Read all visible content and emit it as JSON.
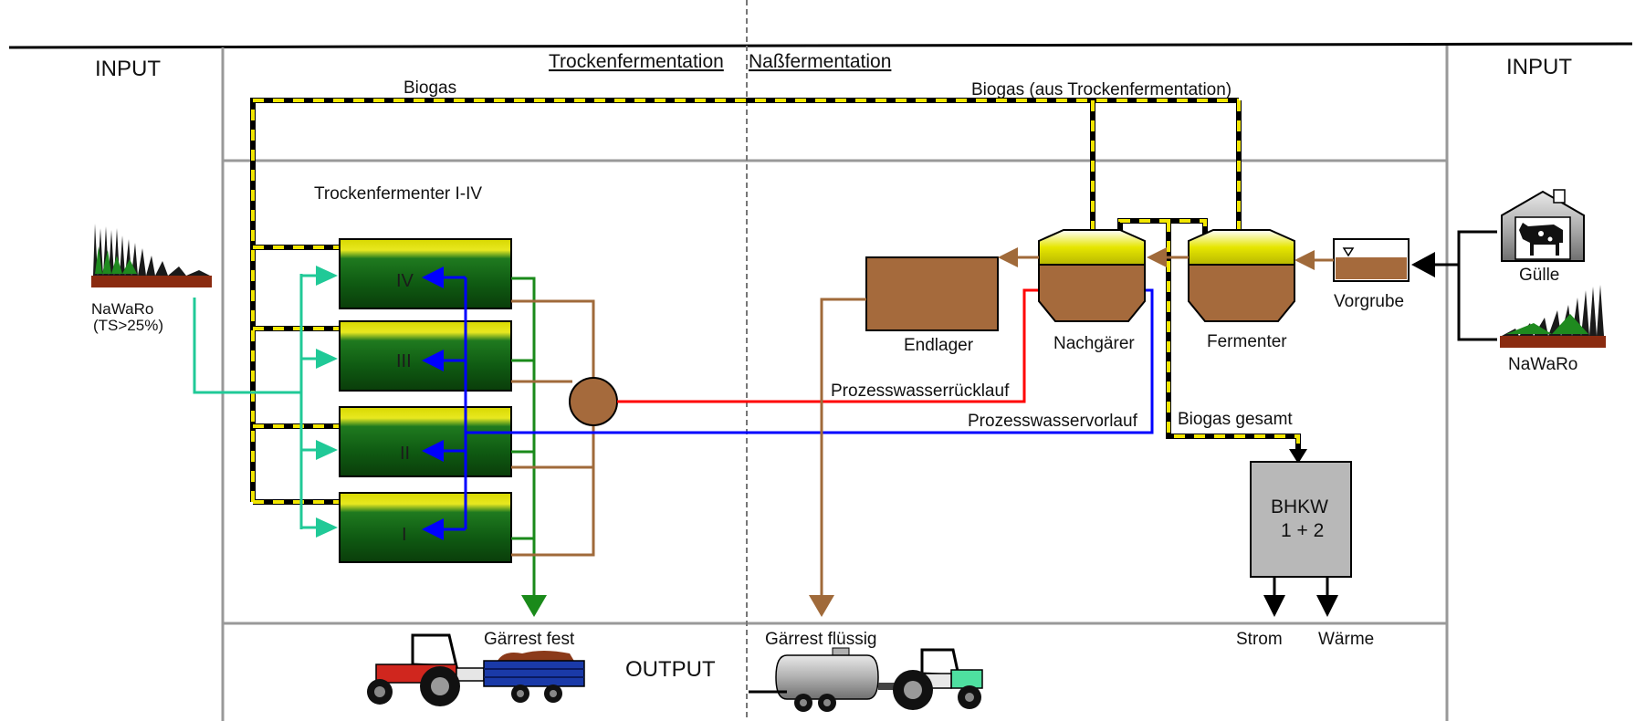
{
  "sections": {
    "input_left": "INPUT",
    "input_right": "INPUT",
    "output": "OUTPUT",
    "dry_fermentation": "Trockenfermentation",
    "wet_fermentation": "Naßfermentation"
  },
  "labels": {
    "biogas": "Biogas",
    "biogas_from_dry": "Biogas (aus Trockenfermentation)",
    "dry_fermenters": "Trockenfermenter I-IV",
    "nawaro_left": "NaWaRo",
    "nawaro_left_note": "(TS>25%)",
    "endlager": "Endlager",
    "nachgaerer": "Nachgärer",
    "fermenter": "Fermenter",
    "vorgrube": "Vorgrube",
    "guelle": "Gülle",
    "nawaro_right": "NaWaRo",
    "process_water_return": "Prozesswasserrücklauf",
    "process_water_supply": "Prozesswasservorlauf",
    "biogas_total": "Biogas gesamt",
    "chp_line1": "BHKW",
    "chp_line2": "1 + 2",
    "electricity": "Strom",
    "heat": "Wärme",
    "digestate_solid": "Gärrest fest",
    "digestate_liquid": "Gärrest flüssig"
  },
  "fermenter_numbers": [
    "IV",
    "III",
    "II",
    "I"
  ],
  "colors": {
    "biogas_dash": "#f2e600",
    "process_water_return": "#ff0000",
    "process_water_supply": "#0000ff",
    "substrate_feed": "#20c997",
    "digestate_solid_line": "#1a8a1a",
    "digestate_liquid_line": "#a06a3a",
    "tank_fill": "#a56a3c",
    "grid": "#999999"
  }
}
